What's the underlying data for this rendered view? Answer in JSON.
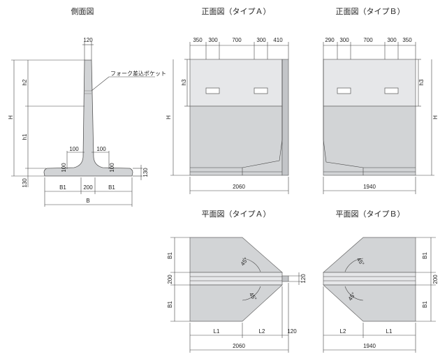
{
  "titles": {
    "side": "側面図",
    "front_a": "正面図（タイプＡ）",
    "front_b": "正面図（タイプＢ）",
    "plan_a": "平面図（タイプＡ）",
    "plan_b": "平面図（タイプＢ）"
  },
  "side": {
    "top_width": "120",
    "h2": "h2",
    "h": "H",
    "h1": "h1",
    "base_thk": "130",
    "callout": "フォーク差込ポケット",
    "fillet_l_w": "100",
    "fillet_l_h": "100",
    "fillet_r_w": "100",
    "fillet_r_h": "100",
    "toe_right": "130",
    "b1_left": "B1",
    "stem_w": "200",
    "b1_right": "B1",
    "b_total": "B"
  },
  "front_a": {
    "dims": [
      "350",
      "300",
      "700",
      "300",
      "410"
    ],
    "h3": "h3",
    "h": "H",
    "total": "2060"
  },
  "front_b": {
    "dims": [
      "290",
      "300",
      "700",
      "300",
      "350"
    ],
    "h3": "h3",
    "h": "H",
    "total": "1940"
  },
  "plan_a": {
    "b1_top": "B1",
    "mid": "200",
    "b1_bottom": "B1",
    "angle_top": "45°",
    "angle_bottom": "45°",
    "right_tab": "120",
    "l1": "L1",
    "l2": "L2",
    "tab_w": "120",
    "total": "2060"
  },
  "plan_b": {
    "b1_top": "B1",
    "mid": "200",
    "b1_bottom": "B1",
    "angle_top": "45°",
    "angle_bottom": "45°",
    "l2": "L2",
    "l1": "L1",
    "total": "1940"
  }
}
